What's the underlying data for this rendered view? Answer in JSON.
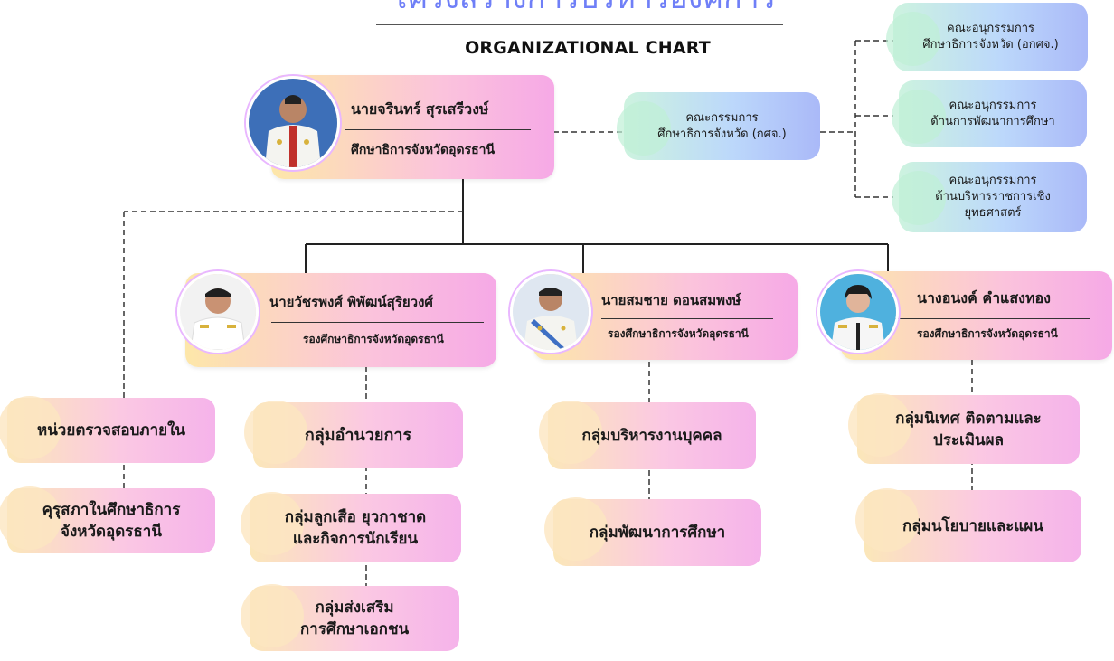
{
  "header": {
    "top_title": "โครงสร้างการบริหารองค์การ",
    "chart_title": "ORGANIZATIONAL CHART"
  },
  "director": {
    "name": "นายจรินทร์  สุรเสรีวงษ์",
    "role": "ศึกษาธิการจังหวัดอุดรธานี"
  },
  "committees": [
    {
      "label": "คณะกรรมการ\nศึกษาธิการจังหวัด (กศจ.)"
    },
    {
      "label": "คณะอนุกรรมการ\nศึกษาธิการจังหวัด (อกศจ.)"
    },
    {
      "label": "คณะอนุกรรมการ\nด้านการพัฒนาการศึกษา"
    },
    {
      "label": "คณะอนุกรรมการ\nด้านบริหารราชการเชิง\nยุทธศาสตร์"
    }
  ],
  "deputies": [
    {
      "name": "นายวัชรพงศ์ พิพัฒน์สุริยวงศ์",
      "role": "รองศึกษาธิการจังหวัดอุดรธานี"
    },
    {
      "name": "นายสมชาย  ดอนสมพงษ์",
      "role": "รองศึกษาธิการจังหวัดอุดรธานี"
    },
    {
      "name": "นางอนงค์ คำแสงทอง",
      "role": "รองศึกษาธิการจังหวัดอุดรธานี"
    }
  ],
  "left_units": [
    {
      "label": "หน่วยตรวจสอบภายใน"
    },
    {
      "label": "คุรุสภาในศึกษาธิการ\nจังหวัดอุดรธานี"
    }
  ],
  "groups_deputy1": [
    {
      "label": "กลุ่มอำนวยการ"
    },
    {
      "label": "กลุ่มลูกเสือ ยุวกาชาด\nและกิจการนักเรียน"
    },
    {
      "label": "กลุ่มส่งเสริม\nการศึกษาเอกชน"
    }
  ],
  "groups_deputy2": [
    {
      "label": "กลุ่มบริหารงานบุคคล"
    },
    {
      "label": "กลุ่มพัฒนาการศึกษา"
    }
  ],
  "groups_deputy3": [
    {
      "label": "กลุ่มนิเทศ ติดตามและ\nประเมินผล"
    },
    {
      "label": "กลุ่มนโยบายและแผน"
    }
  ],
  "icons": {
    "photo_director": "portrait-photo-icon",
    "photo_deputy": "portrait-photo-icon"
  },
  "colors": {
    "title_blue": "#6f7ff7",
    "card_pink": "#fbc3dc",
    "card_yellow": "#fde7a9",
    "committee_green": "#cdf3df",
    "committee_blue": "#aab9f8"
  }
}
